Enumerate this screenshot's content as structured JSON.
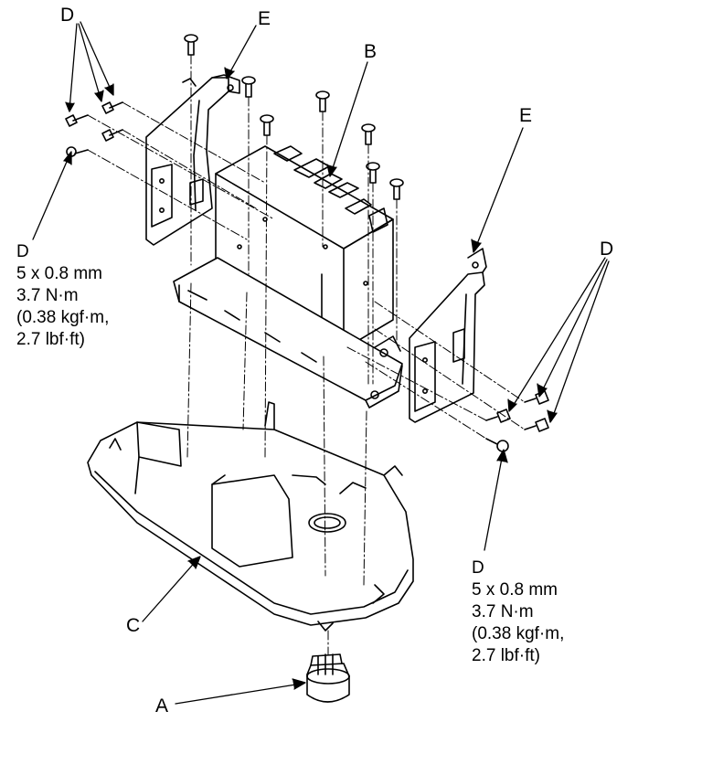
{
  "diagram": {
    "colors": {
      "line": "#000000",
      "background": "#ffffff"
    },
    "labels": {
      "d_top_left": "D",
      "e_top": "E",
      "b": "B",
      "e_right": "E",
      "d_right": "D",
      "c": "C",
      "a": "A"
    },
    "spec_left": {
      "letter": "D",
      "size": "5 x 0.8 mm",
      "torque": "3.7 N·m",
      "kgf": "(0.38 kgf·m,",
      "lbf": "2.7 lbf·ft)"
    },
    "spec_right": {
      "letter": "D",
      "size": "5 x 0.8 mm",
      "torque": "3.7 N·m",
      "kgf": "(0.38 kgf·m,",
      "lbf": "2.7 lbf·ft)"
    }
  }
}
